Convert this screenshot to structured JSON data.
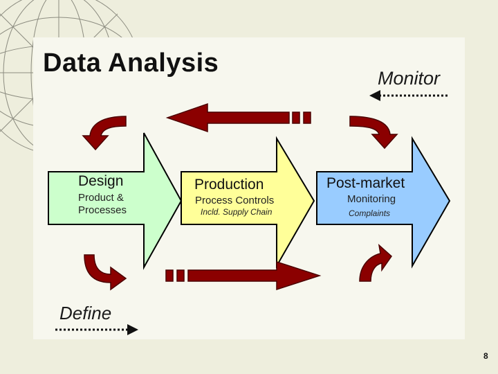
{
  "slide": {
    "title": "Data Analysis",
    "monitor_label": "Monitor",
    "define_label": "Define",
    "page_number": "8"
  },
  "stages": [
    {
      "title": "Design",
      "subtitle_lines": [
        "Product &",
        "Processes"
      ],
      "note": "",
      "fill": "#ccffcc"
    },
    {
      "title": "Production",
      "subtitle_lines": [
        "Process Controls"
      ],
      "note": "Incld. Supply Chain",
      "fill": "#ffff99"
    },
    {
      "title": "Post-market",
      "subtitle_lines": [
        "Monitoring"
      ],
      "note": "Complaints",
      "fill": "#99ccff"
    }
  ],
  "colors": {
    "flow_arrow": "#8b0000",
    "background": "#eeeedd",
    "panel": "#f7f7ee"
  }
}
